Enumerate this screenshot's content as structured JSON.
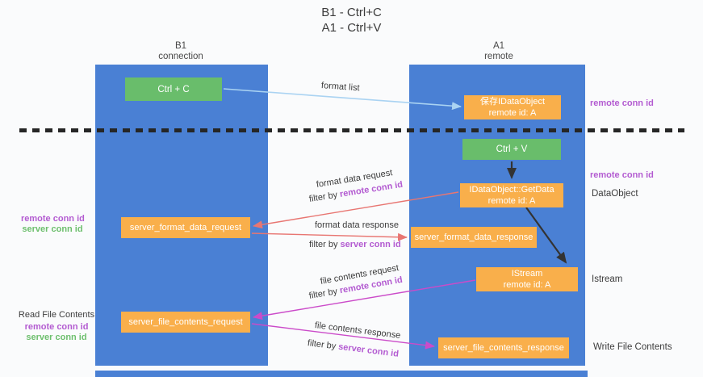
{
  "title": {
    "line1": "B1 - Ctrl+C",
    "line2": "A1 - Ctrl+V"
  },
  "lanes": {
    "left": {
      "name": "B1",
      "subtitle": "connection"
    },
    "right": {
      "name": "A1",
      "subtitle": "remote"
    }
  },
  "nodes": {
    "ctrl_c": {
      "label": "Ctrl + C"
    },
    "ctrl_v": {
      "label": "Ctrl + V"
    },
    "save_dataobject": {
      "line1": "保存IDataObject",
      "line2": "remote id: A"
    },
    "getdata": {
      "line1": "IDataObject::GetData",
      "line2": "remote id: A"
    },
    "istream": {
      "line1": "IStream",
      "line2": "remote id: A"
    },
    "format_request": {
      "label": "server_format_data_request"
    },
    "format_response": {
      "label": "server_format_data_response"
    },
    "file_request": {
      "label": "server_file_contents_request"
    },
    "file_response": {
      "label": "server_file_contents_response"
    }
  },
  "edges": {
    "format_list": {
      "label": "format list"
    },
    "format_data_request": {
      "label": "format data request",
      "filter_prefix": "filter by ",
      "filter_key": "remote conn id"
    },
    "format_data_response": {
      "label": "format data response",
      "filter_prefix": "filter by ",
      "filter_key": "server conn id"
    },
    "file_contents_request": {
      "label": "file contents request",
      "filter_prefix": "filter by ",
      "filter_key": "remote conn id"
    },
    "file_contents_response": {
      "label": "file contents response",
      "filter_prefix": "filter by ",
      "filter_key": "server conn id"
    }
  },
  "annotations": {
    "right_remote_conn_top": "remote conn id",
    "right_remote_conn_mid": "remote conn id",
    "dataobject": "DataObject",
    "istream": "Istream",
    "write_file_contents": "Write File Contents",
    "left_remote_conn_mid": "remote conn id",
    "left_server_conn_mid": "server conn id",
    "read_file_contents": "Read File Contents",
    "left_remote_conn_bottom": "remote conn id",
    "left_server_conn_bottom": "server conn id"
  },
  "colors": {
    "bg": "#fafbfc",
    "lane_blue": "#4a80d4",
    "node_orange": "#f9af4b",
    "node_green": "#69bd6b",
    "arrow_red": "#e87672",
    "arrow_magenta": "#cb4bc9",
    "arrow_blue": "#aad3f2",
    "arrow_black": "#333333",
    "label_purple": "#b35bd1",
    "label_green": "#6dbf6d",
    "text_dark": "#3c3c3c"
  }
}
